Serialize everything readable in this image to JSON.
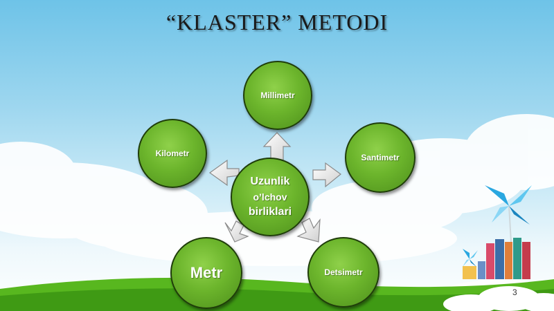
{
  "slide": {
    "title": "“KLASTER”  METODI",
    "page_number": "3"
  },
  "center": {
    "line1": "Uzunlik",
    "line2": "o’lchov",
    "line3": "birliklari"
  },
  "nodes": {
    "top": "Millimetr",
    "left": "Kilometr",
    "right": "Santimetr",
    "bottom_left": "Metr",
    "bottom_right": "Detsimetr"
  },
  "colors": {
    "node_green": "#6cb52c",
    "node_border": "#1f3d0a",
    "arrow_fill": "#e6e6e6",
    "sky": "#9fd7ef",
    "grass": "#58b71f"
  }
}
